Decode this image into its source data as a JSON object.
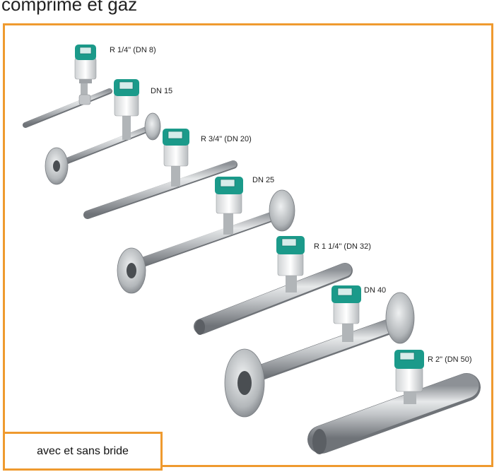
{
  "heading": "comprimé et gaz",
  "caption": "avec et sans bride",
  "colors": {
    "frame": "#ef9a2f",
    "sensor_head": "#1b9a8a",
    "pipe": "#a9adb1"
  },
  "devices": [
    {
      "label": "R 1/4\" (DN 8)"
    },
    {
      "label": "DN 15"
    },
    {
      "label": "R 3/4\" (DN 20)"
    },
    {
      "label": "DN 25"
    },
    {
      "label": "R 1 1/4\" (DN 32)"
    },
    {
      "label": "DN 40"
    },
    {
      "label": "R 2\" (DN 50)"
    }
  ]
}
